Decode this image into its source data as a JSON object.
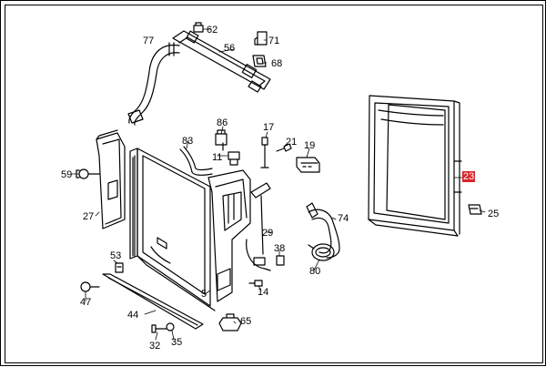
{
  "diagram": {
    "highlight_color": "#d9252a",
    "line_color": "#000000",
    "callouts": {
      "p77": "77",
      "p62": "62",
      "p56": "56",
      "p71": "71",
      "p68": "68",
      "p86": "86",
      "p17": "17",
      "p83": "83",
      "p21": "21",
      "p19": "19",
      "p11": "11",
      "p59": "59",
      "p27": "27",
      "p23": "23",
      "p25": "25",
      "p74": "74",
      "p29": "29",
      "p53": "53",
      "p38": "38",
      "p80": "80",
      "p47": "47",
      "p5": "5",
      "p14": "14",
      "p44": "44",
      "p65": "65",
      "p32": "32",
      "p35": "35"
    },
    "highlighted_part": "23"
  }
}
